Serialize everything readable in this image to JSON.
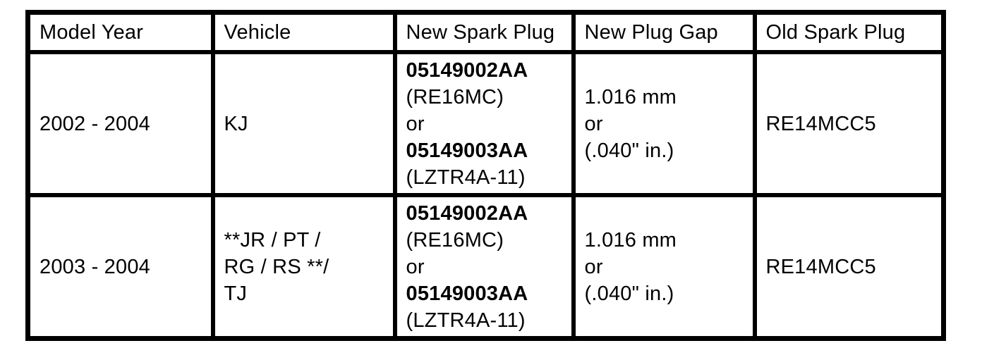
{
  "table": {
    "headers": [
      "Model Year",
      "Vehicle",
      "New Spark Plug",
      "New Plug Gap",
      "Old Spark Plug"
    ],
    "rows": [
      {
        "model_year": "2002 - 2004",
        "vehicle": [
          "KJ"
        ],
        "new_spark_plug": [
          "05149002AA",
          "(RE16MC)",
          "or",
          "05149003AA",
          "(LZTR4A-11)"
        ],
        "new_plug_gap": [
          "1.016 mm",
          "or",
          "(.040\" in.)"
        ],
        "old_spark_plug": "RE14MCC5"
      },
      {
        "model_year": "2003 - 2004",
        "vehicle": [
          "**JR / PT /",
          "RG / RS **/",
          "TJ"
        ],
        "new_spark_plug": [
          "05149002AA",
          "(RE16MC)",
          "or",
          "05149003AA",
          "(LZTR4A-11)"
        ],
        "new_plug_gap": [
          "1.016 mm",
          "or",
          "(.040\" in.)"
        ],
        "old_spark_plug": "RE14MCC5"
      }
    ]
  }
}
